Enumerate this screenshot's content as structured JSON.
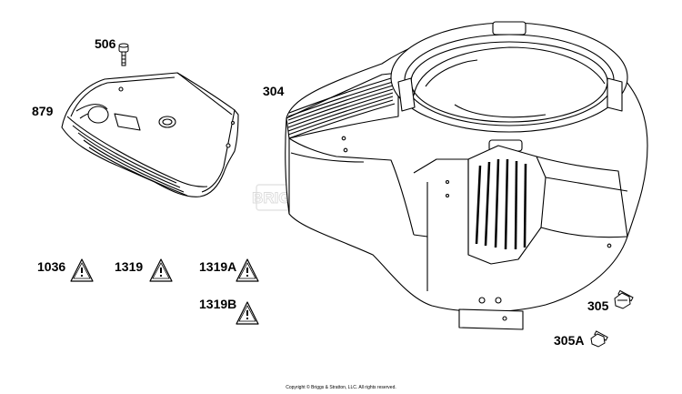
{
  "watermark": "BRIGGS & STRATTON",
  "parts": [
    {
      "id": "p506",
      "number": "506",
      "name": "screw"
    },
    {
      "id": "p879",
      "number": "879",
      "name": "cover"
    },
    {
      "id": "p304",
      "number": "304",
      "name": "blower-housing"
    },
    {
      "id": "p305",
      "number": "305",
      "name": "screw"
    },
    {
      "id": "p305A",
      "number": "305A",
      "name": "screw"
    },
    {
      "id": "p1036",
      "number": "1036",
      "name": "warning-decal"
    },
    {
      "id": "p1319",
      "number": "1319",
      "name": "warning-decal"
    },
    {
      "id": "p1319A",
      "number": "1319A",
      "name": "warning-decal"
    },
    {
      "id": "p1319B",
      "number": "1319B",
      "name": "warning-decal"
    }
  ],
  "copyright": "Copyright © Briggs & Stratton, LLC. All rights reserved."
}
